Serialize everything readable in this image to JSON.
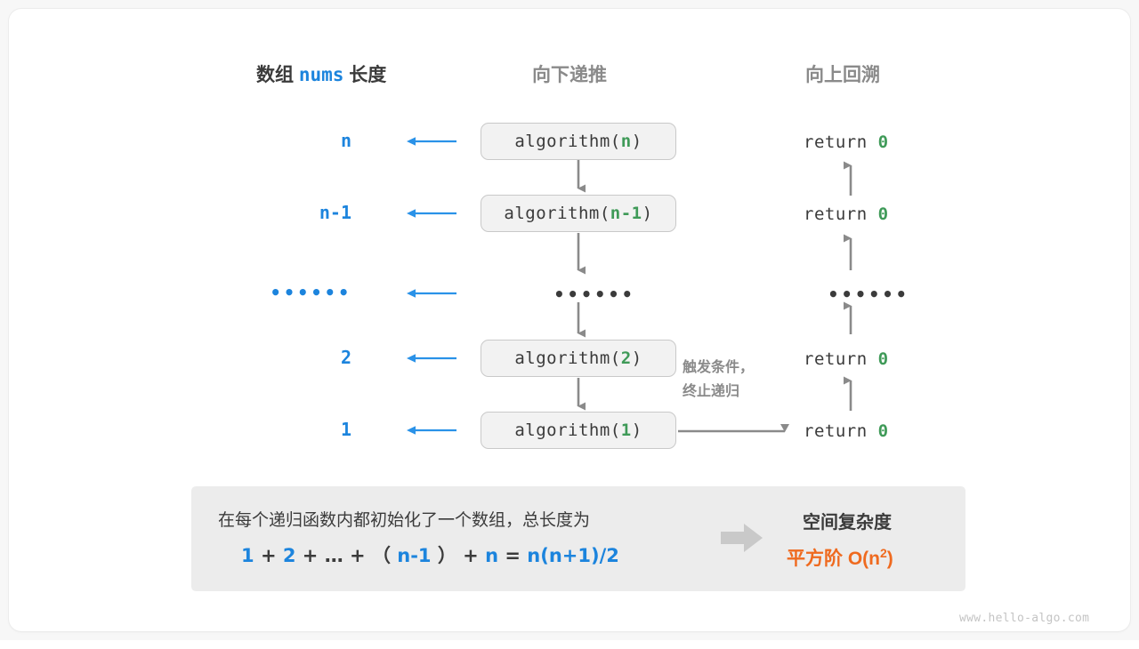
{
  "headers": {
    "left_prefix": "数组",
    "left_mono": "nums",
    "left_suffix": "长度",
    "middle": "向下递推",
    "right": "向上回溯"
  },
  "rows": [
    {
      "length_label": "n",
      "call_prefix": "algorithm(",
      "call_arg": "n",
      "call_suffix": ")",
      "return_text": "return",
      "return_value": "0"
    },
    {
      "length_label": "n-1",
      "call_prefix": "algorithm(",
      "call_arg": "n-1",
      "call_suffix": ")",
      "return_text": "return",
      "return_value": "0"
    },
    {
      "length_label": "••••••",
      "call_dots": "••••••",
      "return_dots": "••••••"
    },
    {
      "length_label": "2",
      "call_prefix": "algorithm(",
      "call_arg": "2",
      "call_suffix": ")",
      "return_text": "return",
      "return_value": "0"
    },
    {
      "length_label": "1",
      "call_prefix": "algorithm(",
      "call_arg": "1",
      "call_suffix": ")",
      "return_text": "return",
      "return_value": "0"
    }
  ],
  "trigger_note": {
    "line1": "触发条件，",
    "line2": "终止递归"
  },
  "summary": {
    "description": "在每个递归函数内都初始化了一个数组，总长度为",
    "formula_parts": [
      {
        "text": "1",
        "kind": "num"
      },
      {
        "text": "+",
        "kind": "op"
      },
      {
        "text": "2",
        "kind": "num"
      },
      {
        "text": "+",
        "kind": "op"
      },
      {
        "text": "…",
        "kind": "op"
      },
      {
        "text": "+",
        "kind": "op"
      },
      {
        "text": "（",
        "kind": "op"
      },
      {
        "text": "n-1",
        "kind": "num"
      },
      {
        "text": "）",
        "kind": "op"
      },
      {
        "text": "+",
        "kind": "op"
      },
      {
        "text": "n",
        "kind": "num"
      },
      {
        "text": "=",
        "kind": "op"
      },
      {
        "text": "n(n+1)/2",
        "kind": "num"
      }
    ],
    "result_title": "空间复杂度",
    "result_value_label": "平方阶",
    "result_value_notation": "O(n",
    "result_value_exp": "2",
    "result_value_close": ")"
  },
  "watermark": "www.hello-algo.com",
  "colors": {
    "blue": "#1c84dd",
    "green": "#3f9a58",
    "orange": "#ef6a1f",
    "gray_arrow": "#8a8a8a",
    "text_dark": "#3b3b3b",
    "box_fill": "#f2f2f2",
    "box_border": "#c9c9c9",
    "panel_fill": "#ececec"
  }
}
